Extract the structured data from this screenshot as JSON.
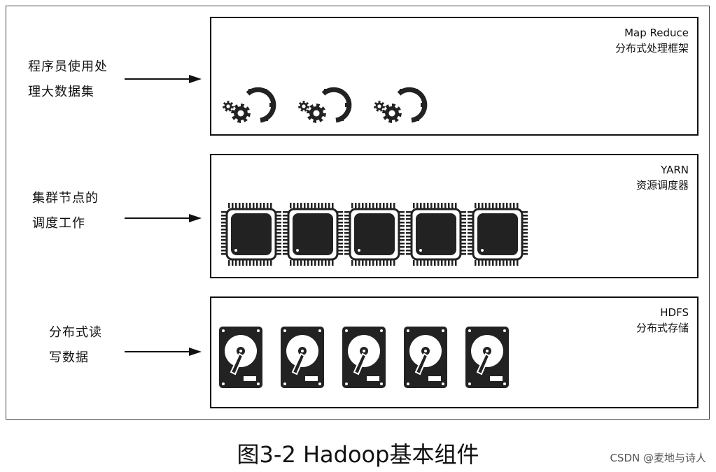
{
  "layers": [
    {
      "id": "mapreduce",
      "title": "Map Reduce",
      "subtitle": "分布式处理框架",
      "left_label_line1": "程序员使用处",
      "left_label_line2": "理大数据集",
      "icon": "gears-icon",
      "icon_count": 3
    },
    {
      "id": "yarn",
      "title": "YARN",
      "subtitle": "资源调度器",
      "left_label_line1": "集群节点的",
      "left_label_line2": "调度工作",
      "icon": "cpu-chip-icon",
      "icon_count": 5
    },
    {
      "id": "hdfs",
      "title": "HDFS",
      "subtitle": "分布式存储",
      "left_label_line1": "分布式读",
      "left_label_line2": "写数据",
      "icon": "hard-disk-icon",
      "icon_count": 5
    }
  ],
  "caption": "图3-2 Hadoop基本组件",
  "watermark": "CSDN @麦地与诗人",
  "colors": {
    "stroke": "#111111",
    "icon_fill": "#222222"
  }
}
